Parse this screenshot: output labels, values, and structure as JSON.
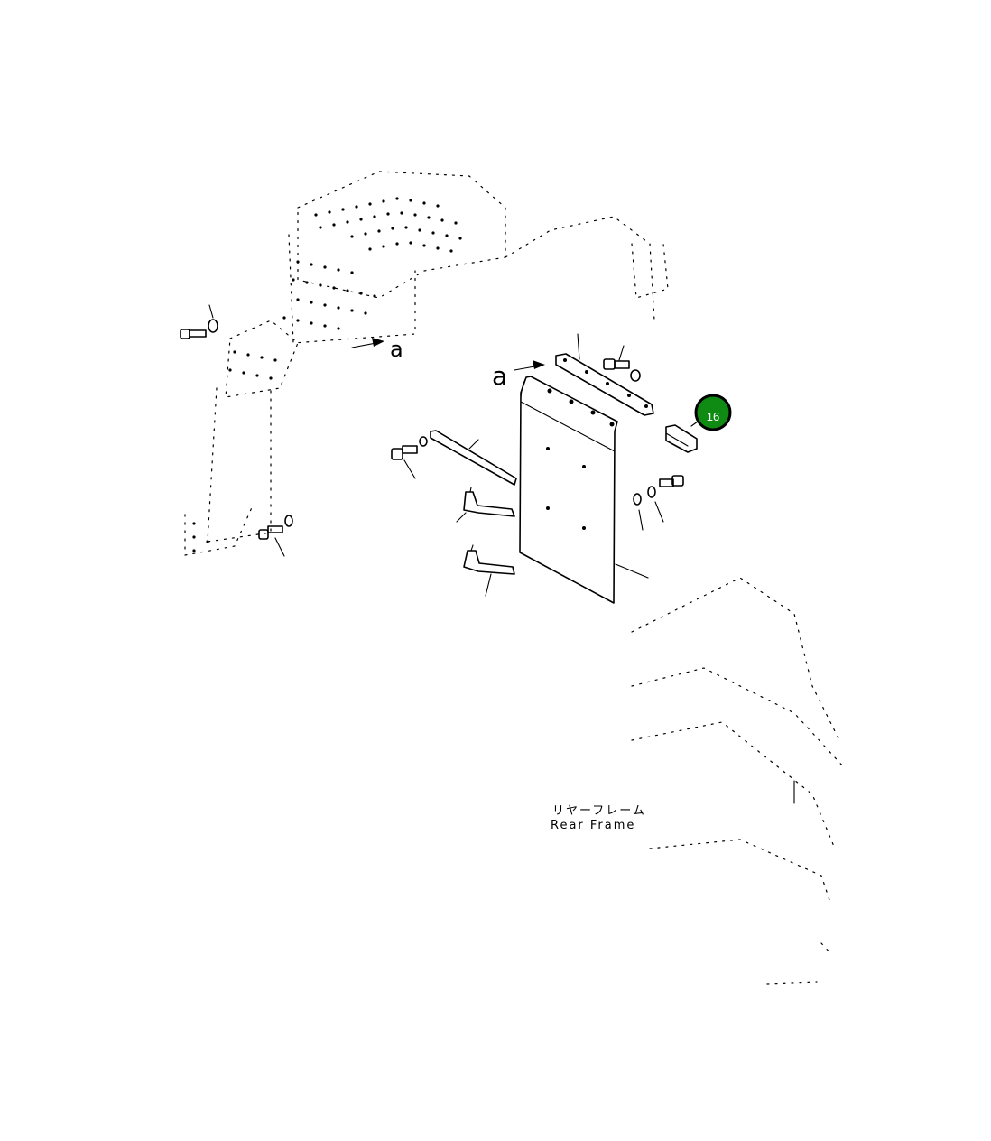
{
  "view_labels": {
    "a_left": "a",
    "a_right": "a"
  },
  "frame_label": {
    "jp": "リヤーフレーム",
    "en": "Rear Frame"
  },
  "callouts": [
    {
      "number": "16",
      "color": "#0f8a12"
    }
  ]
}
